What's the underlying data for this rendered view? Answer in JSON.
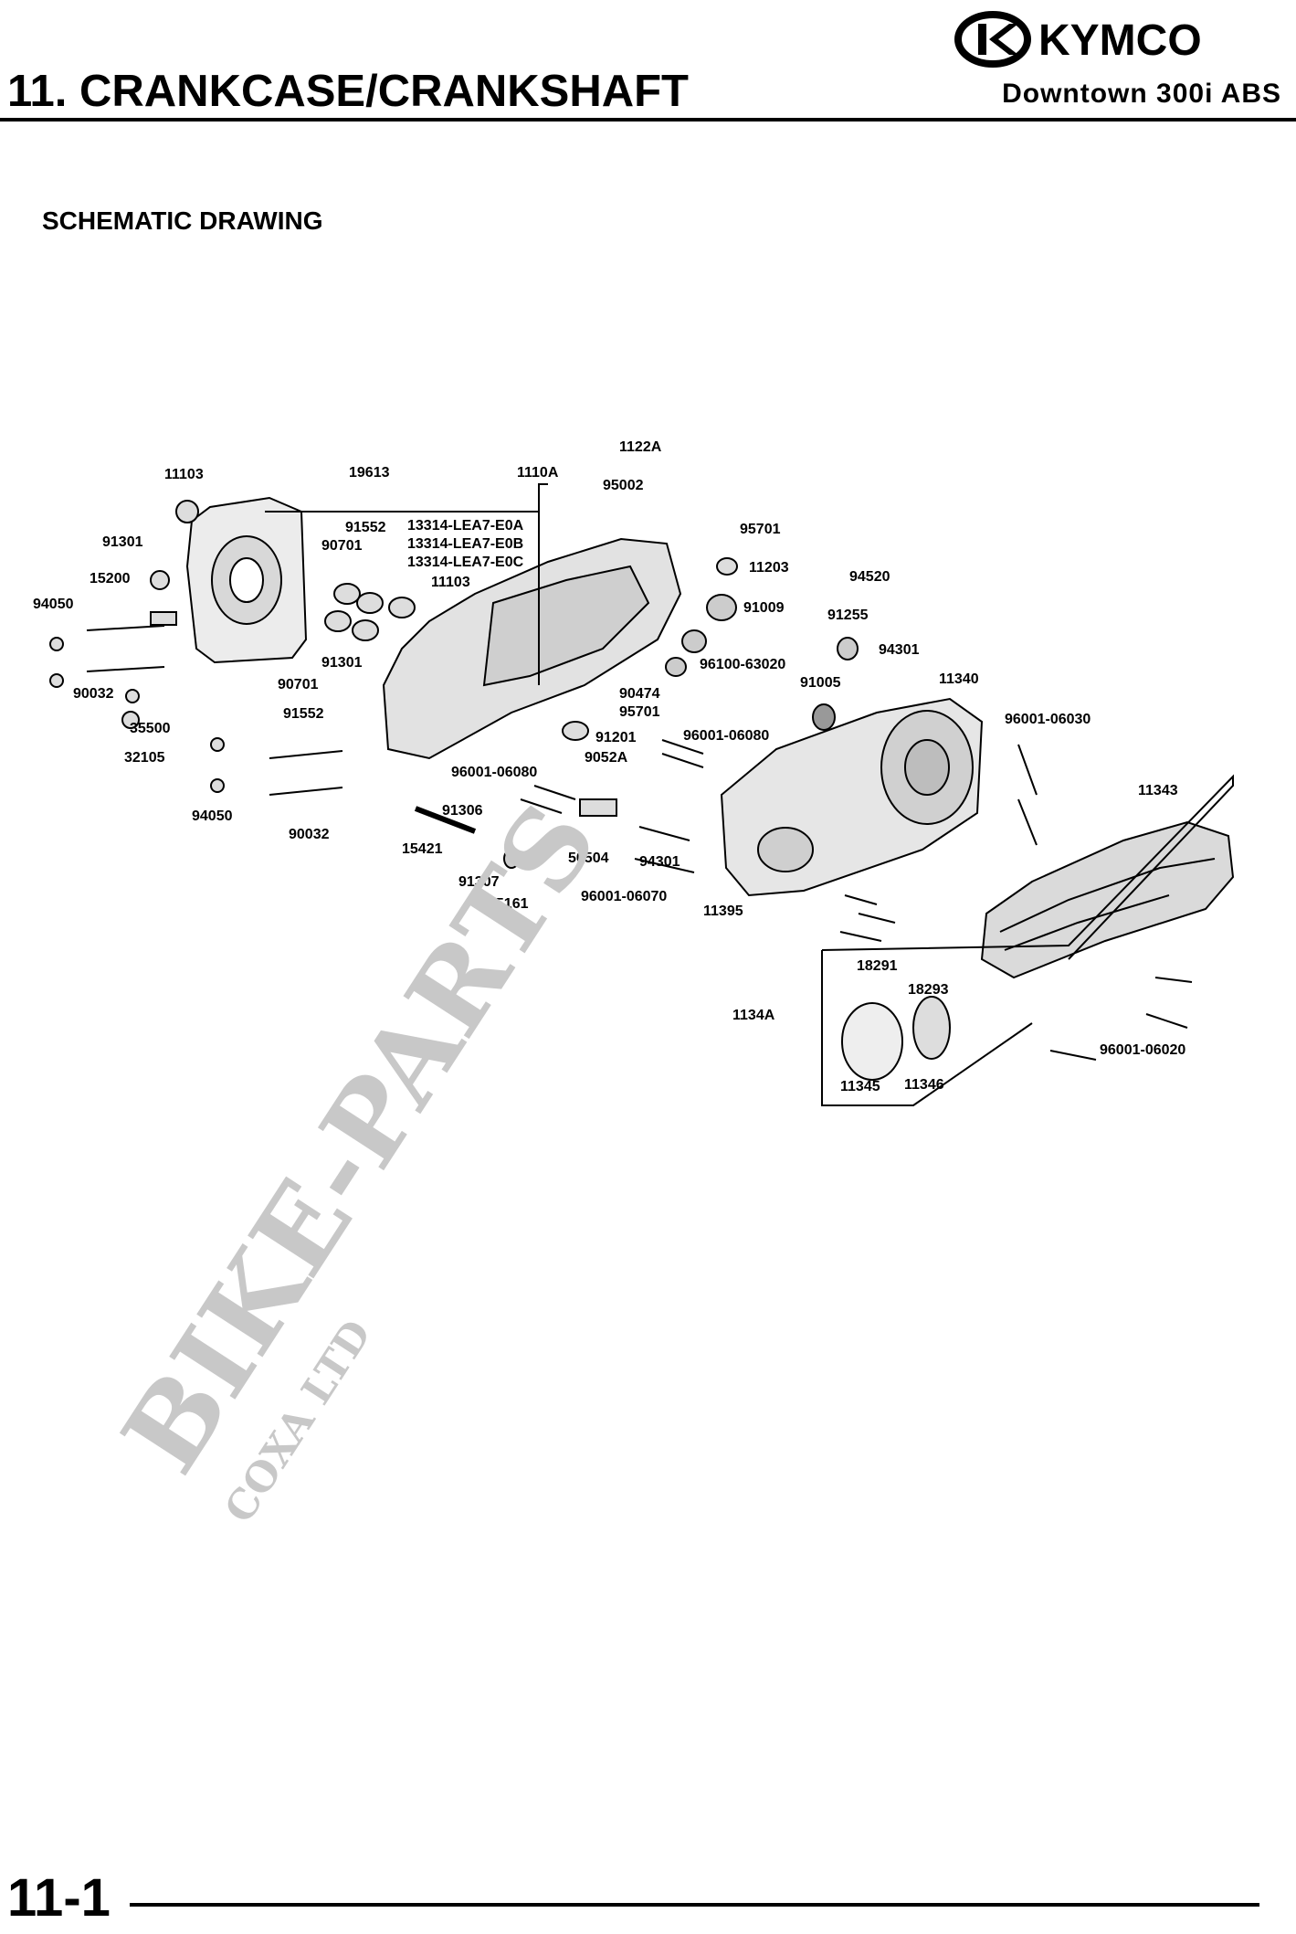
{
  "header": {
    "brand": "KYMCO",
    "title": "11. CRANKCASE/CRANKSHAFT",
    "model": "Downtown 300i ABS"
  },
  "section": {
    "heading": "SCHEMATIC DRAWING"
  },
  "diagram": {
    "part_labels": [
      "1122A",
      "95002",
      "11103",
      "19613",
      "1110A",
      "91552",
      "13314-LEA7-E0A",
      "13314-LEA7-E0B",
      "13314-LEA7-E0C",
      "91301",
      "90701",
      "15200",
      "11103",
      "95701",
      "11203",
      "94520",
      "94050",
      "91009",
      "91255",
      "91301",
      "94301",
      "96100-63020",
      "91005",
      "11340",
      "90474",
      "90032",
      "90701",
      "95701",
      "91552",
      "35500",
      "96001-06030",
      "91201",
      "96001-06080",
      "32105",
      "9052A",
      "11343",
      "96001-06080",
      "94050",
      "91306",
      "90032",
      "15421",
      "50504",
      "94301",
      "91307",
      "15161",
      "96001-06070",
      "11395",
      "18291",
      "18293",
      "1134A",
      "11345",
      "11346",
      "96001-06020"
    ]
  },
  "watermark": {
    "main": "BIKE-PARTS",
    "sub": "COXA LTD"
  },
  "footer": {
    "page_number": "11-1"
  }
}
